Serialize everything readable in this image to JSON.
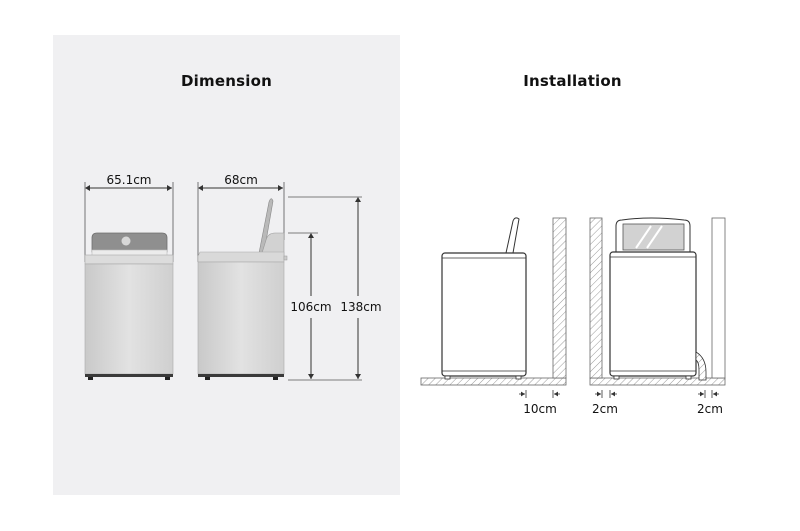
{
  "dimension": {
    "title": "Dimension",
    "width_label": "65.1cm",
    "depth_label": "68cm",
    "body_height_label": "106cm",
    "lid_open_height_label": "138cm"
  },
  "installation": {
    "title": "Installation",
    "rear_clearance_label": "10cm",
    "left_clearance_label": "2cm",
    "right_clearance_label": "2cm"
  },
  "colors": {
    "panel_bg": "#f0f0f2",
    "line": "#333333",
    "appliance_body": "#d6d6d6",
    "lid_dark": "#8f8f8f"
  }
}
